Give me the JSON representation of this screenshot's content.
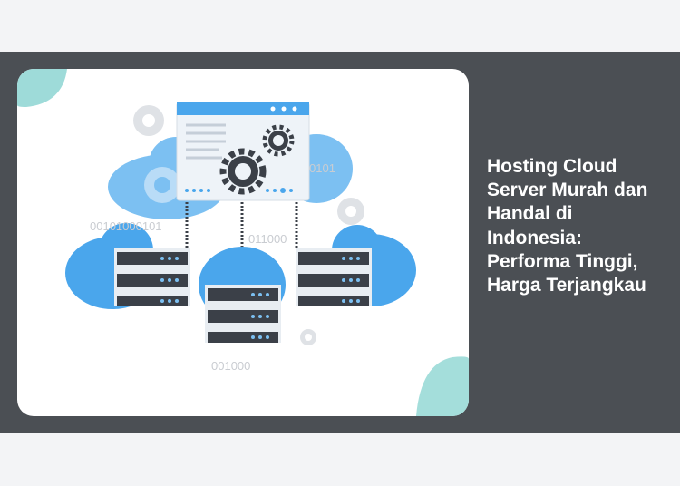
{
  "article": {
    "title": "Hosting Cloud Server Murah dan Handal di Indonesia: Performa Tinggi, Harga Terjangkau"
  },
  "illustration": {
    "binary_labels": [
      "0101",
      "00101000101",
      "011000",
      "001000"
    ],
    "colors": {
      "cloud": "#4aa6ec",
      "cloud_light": "#7cc0f2",
      "server": "#3b4048",
      "accent_corner": "#9edbd9",
      "gear": "#3b4048",
      "band": "#4b4f54"
    }
  }
}
